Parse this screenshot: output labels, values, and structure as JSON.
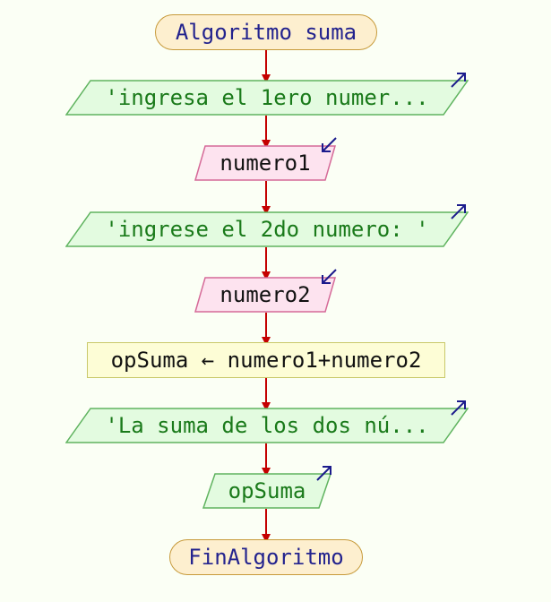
{
  "diagram": {
    "nodes": [
      {
        "id": "start",
        "kind": "terminal",
        "text": "Algoritmo suma"
      },
      {
        "id": "out1",
        "kind": "output",
        "text": "'ingresa el 1ero numer..."
      },
      {
        "id": "in1",
        "kind": "input",
        "text": "numero1"
      },
      {
        "id": "out2",
        "kind": "output",
        "text": "'ingrese el 2do numero: '"
      },
      {
        "id": "in2",
        "kind": "input",
        "text": "numero2"
      },
      {
        "id": "assign",
        "kind": "process",
        "text": "opSuma ← numero1+numero2"
      },
      {
        "id": "out3",
        "kind": "output",
        "text": "'La suma de los dos nú..."
      },
      {
        "id": "out4",
        "kind": "output",
        "text": "opSuma"
      },
      {
        "id": "end",
        "kind": "terminal",
        "text": "FinAlgoritmo"
      }
    ],
    "edges": [
      [
        "start",
        "out1"
      ],
      [
        "out1",
        "in1"
      ],
      [
        "in1",
        "out2"
      ],
      [
        "out2",
        "in2"
      ],
      [
        "in2",
        "assign"
      ],
      [
        "assign",
        "out3"
      ],
      [
        "out3",
        "out4"
      ],
      [
        "out4",
        "end"
      ]
    ],
    "colors": {
      "background": "#fbfff5",
      "output_fill": "#e3fbe0",
      "output_stroke": "#5fb35f",
      "output_text": "#1a7a1a",
      "input_fill": "#fde3ef",
      "input_stroke": "#d56a98",
      "input_text": "#111111",
      "terminal_fill": "#fdefcf",
      "terminal_stroke": "#c79a3a",
      "terminal_text": "#23238e",
      "process_fill": "#fdfdd6",
      "process_stroke": "#c9c96a",
      "process_text": "#111111",
      "connector": "#c40000",
      "io_arrow_icon": "#1b1b8c"
    }
  }
}
